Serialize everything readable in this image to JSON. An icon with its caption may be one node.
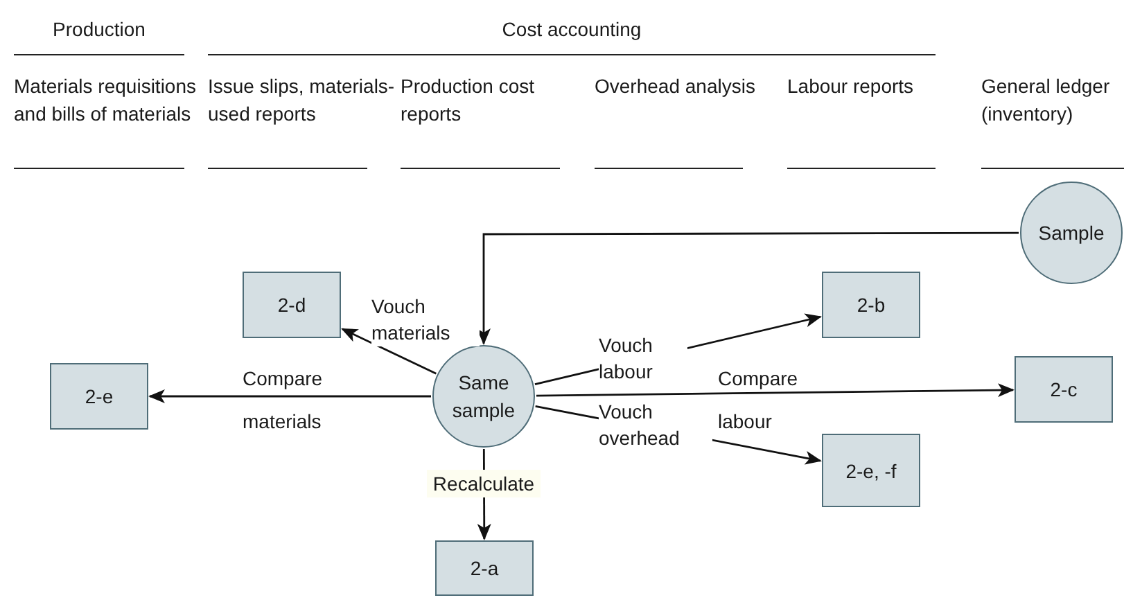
{
  "diagram": {
    "nodes": [
      {
        "text": [
          "Sample"
        ]
      },
      {
        "text": [
          "2-d"
        ]
      },
      {
        "text": [
          "2-e"
        ]
      },
      {
        "text": [
          "Same sample"
        ]
      },
      {
        "text": [
          "2-b"
        ]
      },
      {
        "text": [
          "2-c"
        ]
      },
      {
        "text": [
          "2-e, -f"
        ]
      },
      {
        "text": [
          "2-a"
        ]
      }
    ],
    "edges": [
      {
        "from": 0,
        "to": 3,
        "arrow": "to"
      },
      {
        "from": 3,
        "to": 1,
        "arrow": "to",
        "label": "Vouch materials"
      },
      {
        "from": 3,
        "to": 2,
        "arrow": "to",
        "label": "Compare materials"
      },
      {
        "from": 3,
        "to": 4,
        "arrow": "to",
        "label": "Vouch labour"
      },
      {
        "from": 3,
        "to": 5,
        "arrow": "to",
        "label": "Compare labour"
      },
      {
        "from": 3,
        "to": 6,
        "arrow": "to",
        "label": "Vouch overhead"
      },
      {
        "from": 3,
        "to": 7,
        "arrow": "to",
        "label": "Recalculate"
      }
    ],
    "labels": [
      "Production",
      "Cost accounting",
      "Materials requisitions and bills of materials",
      "Issue slips, materials-used reports",
      "Production cost reports",
      "Overhead analysis",
      "Labour reports",
      "General ledger (inventory)"
    ]
  }
}
